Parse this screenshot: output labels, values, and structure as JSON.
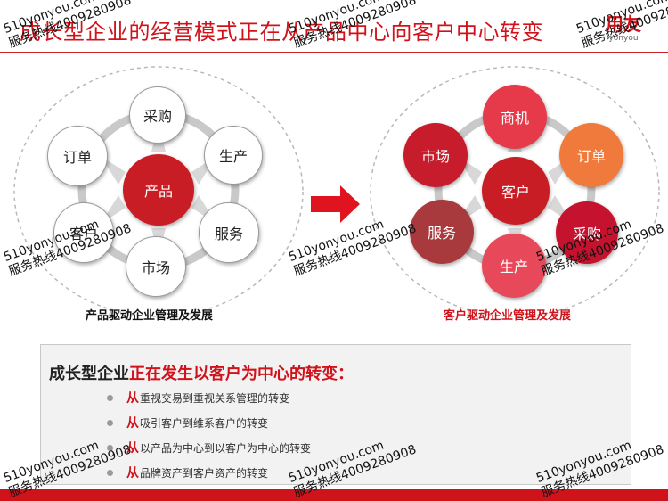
{
  "title": "成长型企业的经营模式正在从产品中心向客户中心转变",
  "logo": {
    "zh": "用友",
    "en": "yonyou"
  },
  "left_diagram": {
    "center": "产品",
    "nodes": [
      "采购",
      "生产",
      "服务",
      "市场",
      "客户",
      "订单"
    ],
    "caption": "产品驱动企业管理及发展"
  },
  "right_diagram": {
    "center": "客户",
    "nodes": [
      "商机",
      "订单",
      "采购",
      "生产",
      "服务",
      "市场"
    ],
    "caption": "客户驱动企业管理及发展"
  },
  "panel": {
    "heading_prefix": "成长型企业",
    "heading_highlight": "正在发生以客户为中心的转变：",
    "items": [
      {
        "lead": "从",
        "text": "重视交易到重视关系管理的转变"
      },
      {
        "lead": "从",
        "text": "吸引客户到维系客户的转变"
      },
      {
        "lead": "从",
        "text": "以产品为中心到以客户为中心的转变"
      },
      {
        "lead": "从",
        "text": "品牌资产到客户资产的转变"
      }
    ]
  },
  "watermark": {
    "line1": "510yonyou.com",
    "line2": "服务热线4009280908"
  },
  "colors": {
    "brand_red": "#d0121b",
    "node_colors_right": [
      "#e63a4b",
      "#f07a3b",
      "#c4122f",
      "#e8495a",
      "#a83a3e",
      "#c71c2c"
    ],
    "center_red": "#c81d25"
  }
}
